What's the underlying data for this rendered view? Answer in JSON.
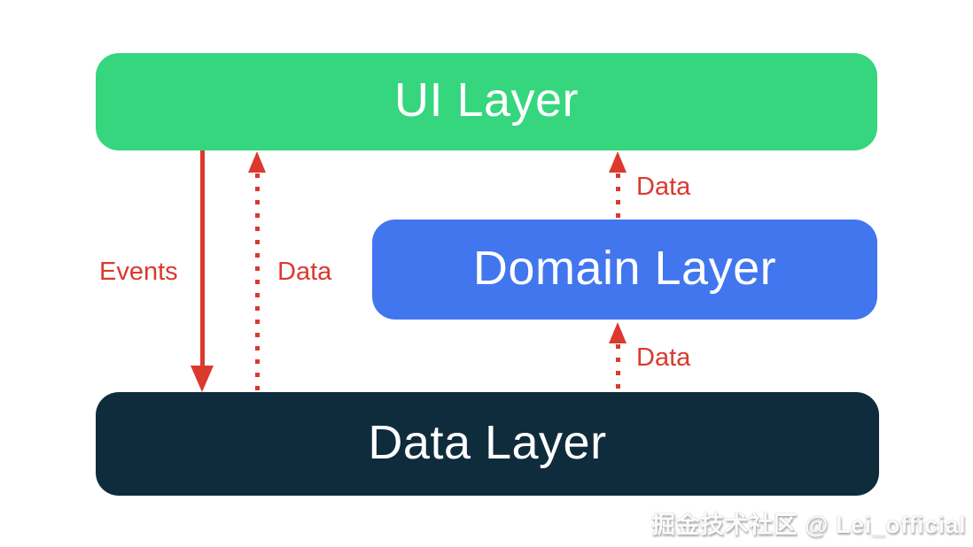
{
  "diagram": {
    "layers": [
      {
        "id": "ui",
        "label": "UI Layer"
      },
      {
        "id": "domain",
        "label": "Domain Layer"
      },
      {
        "id": "data",
        "label": "Data Layer"
      }
    ],
    "arrows": [
      {
        "label": "Events",
        "style": "solid",
        "direction": "down",
        "from": "UI Layer",
        "to": "Data Layer"
      },
      {
        "label": "Data",
        "style": "dotted",
        "direction": "up",
        "from": "Data Layer",
        "to": "UI Layer"
      },
      {
        "label": "Data",
        "style": "dotted",
        "direction": "up",
        "from": "Domain Layer",
        "to": "UI Layer"
      },
      {
        "label": "Data",
        "style": "dotted",
        "direction": "up",
        "from": "Data Layer",
        "to": "Domain Layer"
      }
    ],
    "colors": {
      "ui_layer": "#35d67d",
      "domain_layer": "#4176ef",
      "data_layer": "#0f2c3d",
      "arrow": "#db392e",
      "layer_text": "#ffffff"
    }
  },
  "watermark": {
    "text": "掘金技术社区 @ Lei_official"
  }
}
